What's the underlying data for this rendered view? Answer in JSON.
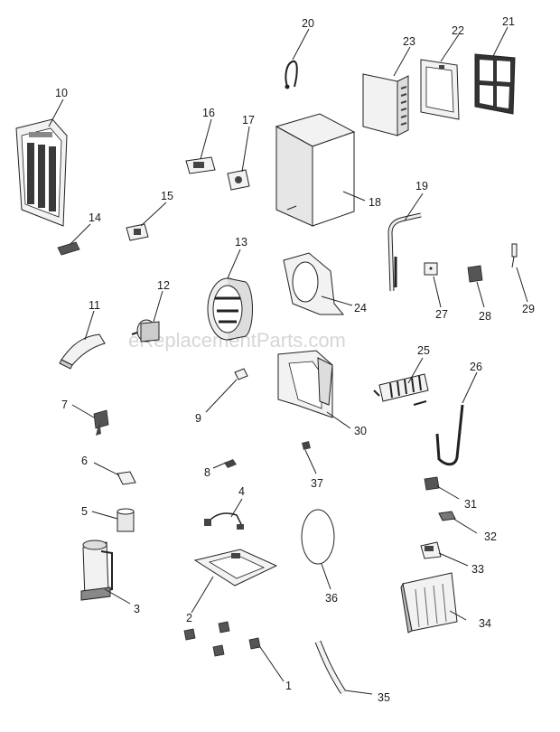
{
  "watermark": "eReplacementParts.com",
  "callouts": {
    "p1": "1",
    "p2": "2",
    "p3": "3",
    "p4": "4",
    "p5": "5",
    "p6": "6",
    "p7": "7",
    "p8": "8",
    "p9": "9",
    "p10": "10",
    "p11": "11",
    "p12": "12",
    "p13": "13",
    "p14": "14",
    "p15": "15",
    "p16": "16",
    "p17": "17",
    "p18": "18",
    "p19": "19",
    "p20": "20",
    "p21": "21",
    "p22": "22",
    "p23": "23",
    "p24": "24",
    "p25": "25",
    "p26": "26",
    "p27": "27",
    "p28": "28",
    "p29": "29",
    "p30": "30",
    "p31": "31",
    "p32": "32",
    "p33": "33",
    "p34": "34",
    "p35": "35",
    "p36": "36",
    "p37": "37"
  }
}
